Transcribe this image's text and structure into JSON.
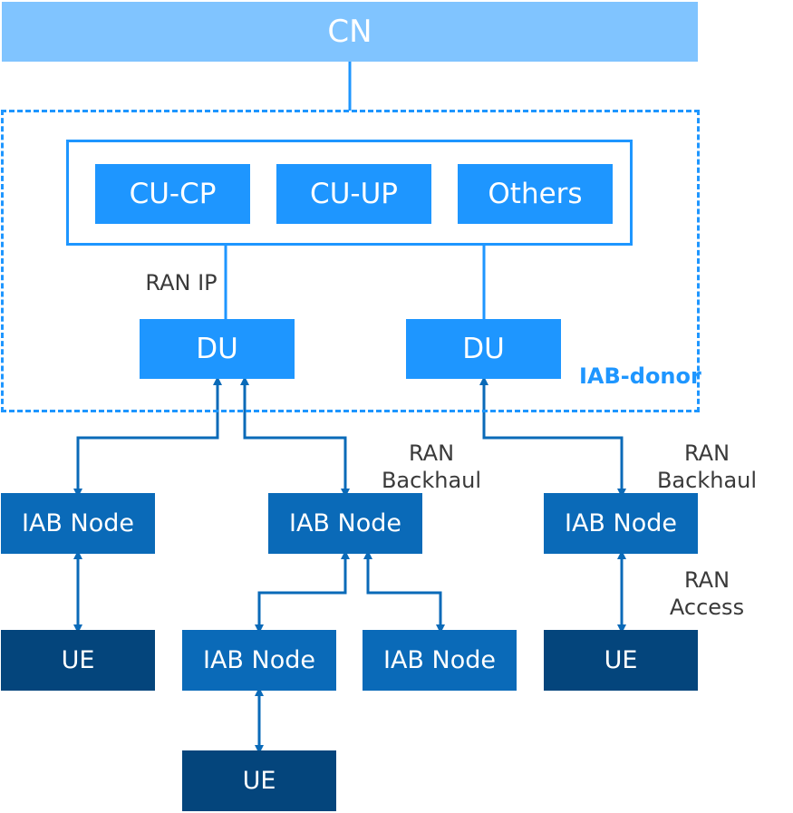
{
  "cn": {
    "label": "CN"
  },
  "iab_donor": {
    "label": "IAB-donor",
    "cu": [
      {
        "label": "CU-CP"
      },
      {
        "label": "CU-UP"
      },
      {
        "label": "Others"
      }
    ],
    "du": [
      {
        "label": "DU"
      },
      {
        "label": "DU"
      }
    ],
    "ran_ip_label": "RAN IP"
  },
  "iab_nodes": [
    {
      "label": "IAB Node"
    },
    {
      "label": "IAB Node"
    },
    {
      "label": "IAB Node"
    },
    {
      "label": "IAB Node"
    },
    {
      "label": "IAB Node"
    }
  ],
  "ues": [
    {
      "label": "UE"
    },
    {
      "label": "UE"
    },
    {
      "label": "UE"
    }
  ],
  "link_labels": {
    "backhaul_1": {
      "line1": "RAN",
      "line2": "Backhaul"
    },
    "backhaul_2": {
      "line1": "RAN",
      "line2": "Backhaul"
    },
    "access": {
      "line1": "RAN",
      "line2": "Access"
    }
  },
  "colors": {
    "cn": "#80c4ff",
    "cu_du": "#1e96ff",
    "iab_node": "#0a6ab8",
    "ue": "#04457c",
    "link": "#0a6ab8"
  }
}
